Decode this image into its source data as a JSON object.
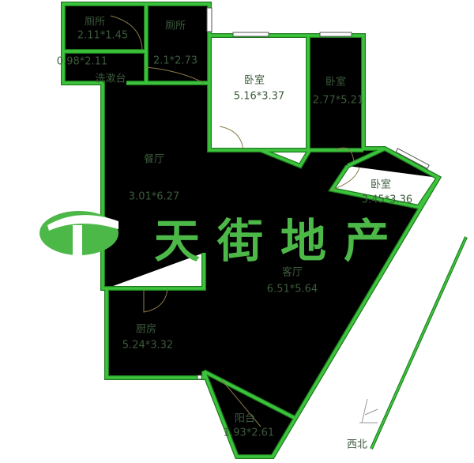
{
  "rooms": [
    {
      "name": "厕所",
      "size": "2.11*1.45"
    },
    {
      "name": "洗漱台",
      "size": "0.98*2.11"
    },
    {
      "name": "厕所",
      "size": "2.1*2.73"
    },
    {
      "name": "卧室",
      "size": "5.16*3.37"
    },
    {
      "name": "卧室",
      "size": "2.77*5.21"
    },
    {
      "name": "卧室",
      "size": "3.45*3.36"
    },
    {
      "name": "餐厅",
      "size": "3.01*6.27"
    },
    {
      "name": "客厅",
      "size": "6.51*5.64"
    },
    {
      "name": "厨房",
      "size": "5.24*3.32"
    },
    {
      "name": "阳台",
      "size": "1.93*2.61"
    }
  ],
  "compass": {
    "label": "西北"
  },
  "watermark": {
    "text": "天街地产",
    "color": "#4cb848"
  },
  "colors": {
    "wall": "#3cc43c",
    "wall_outline": "#1e7a1e",
    "text": "#3d5a3d"
  }
}
